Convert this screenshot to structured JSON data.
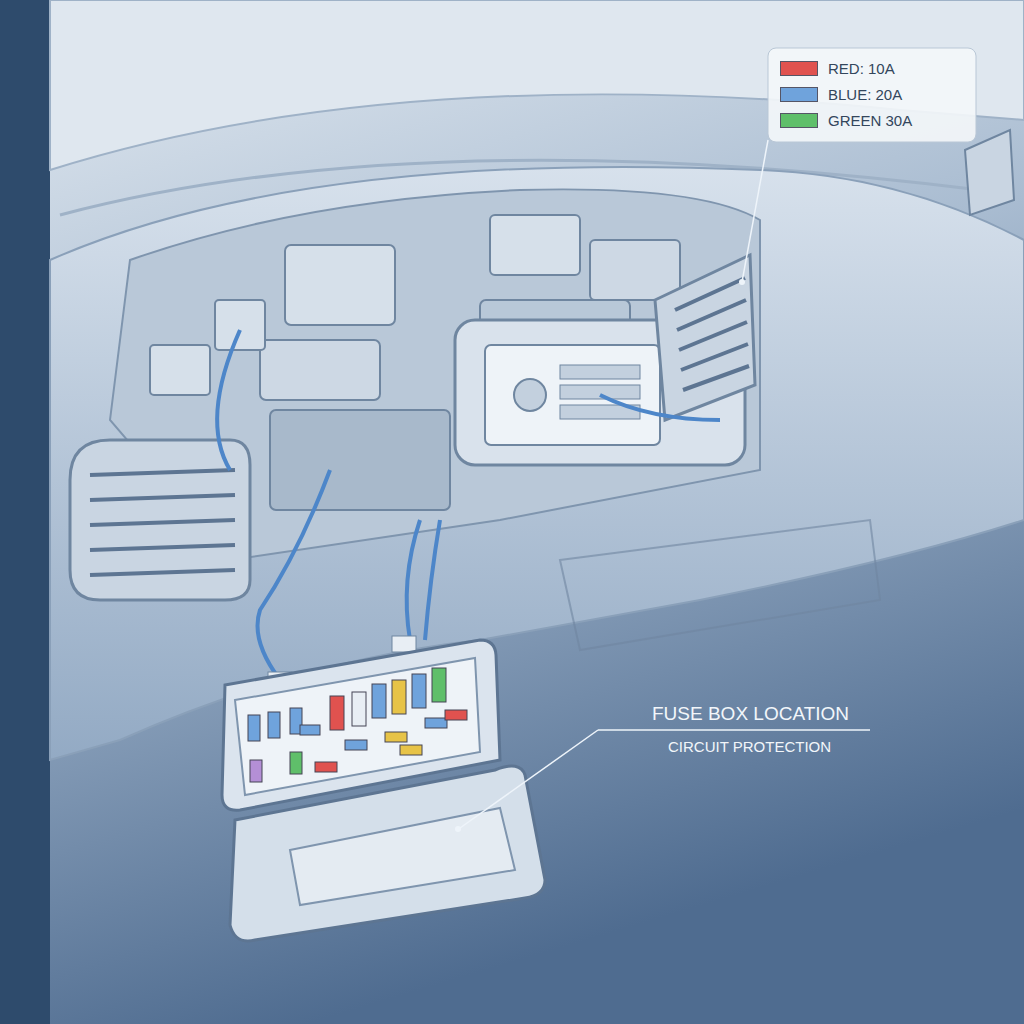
{
  "diagram": {
    "labels": [
      "FUSE BOX LOCATION",
      "CIRCUIT PROTECTION"
    ],
    "legend": [
      {
        "text": "RED: 10A",
        "color": "#e0524f"
      },
      {
        "text": "BLUE: 20A",
        "color": "#6fa3dc"
      },
      {
        "text": "GREEN 30A",
        "color": "#5fbf6a"
      }
    ]
  }
}
